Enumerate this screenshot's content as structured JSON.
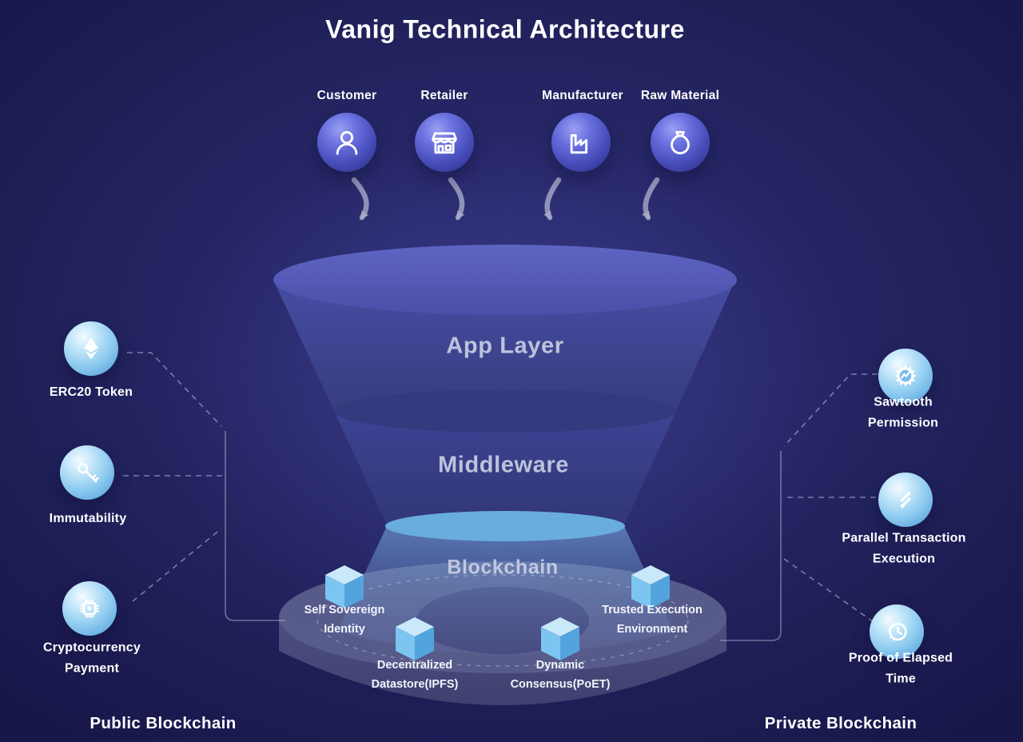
{
  "title": "Vanig Technical Architecture",
  "actors": [
    {
      "label": "Customer",
      "icon": "person-icon"
    },
    {
      "label": "Retailer",
      "icon": "storefront-icon"
    },
    {
      "label": "Manufacturer",
      "icon": "factory-icon"
    },
    {
      "label": "Raw Material",
      "icon": "sack-icon"
    }
  ],
  "funnel": {
    "layers": [
      {
        "label": "App Layer"
      },
      {
        "label": "Middleware"
      },
      {
        "label": "Blockchain"
      }
    ]
  },
  "blockchain_components": [
    {
      "label": "Self Sovereign Identity"
    },
    {
      "label": "Decentralized Datastore(IPFS)"
    },
    {
      "label": "Dynamic Consensus(PoET)"
    },
    {
      "label": "Trusted Execution Environment"
    }
  ],
  "public_blockchain": {
    "heading": "Public Blockchain",
    "items": [
      {
        "label": "ERC20 Token",
        "icon": "ethereum-icon"
      },
      {
        "label": "Immutability",
        "icon": "key-icon"
      },
      {
        "label": "Cryptocurrency Payment",
        "icon": "chip-icon"
      }
    ]
  },
  "private_blockchain": {
    "heading": "Private Blockchain",
    "items": [
      {
        "label": "Sawtooth Permission",
        "icon": "sawtooth-gear-icon"
      },
      {
        "label": "Parallel Transaction Execution",
        "icon": "parallel-arrows-icon"
      },
      {
        "label": "Proof of Elapsed Time",
        "icon": "history-clock-icon"
      }
    ]
  },
  "colors": {
    "background": "#232364",
    "sphere_purple": "#5a60d8",
    "sphere_blue": "#8ecbf0",
    "funnel_wall": "#3e4492",
    "blockchain_tier": "#69acde",
    "cube_blue": "#7cc5f0",
    "layer_text": "#c8ccdf",
    "text": "#ffffff"
  }
}
